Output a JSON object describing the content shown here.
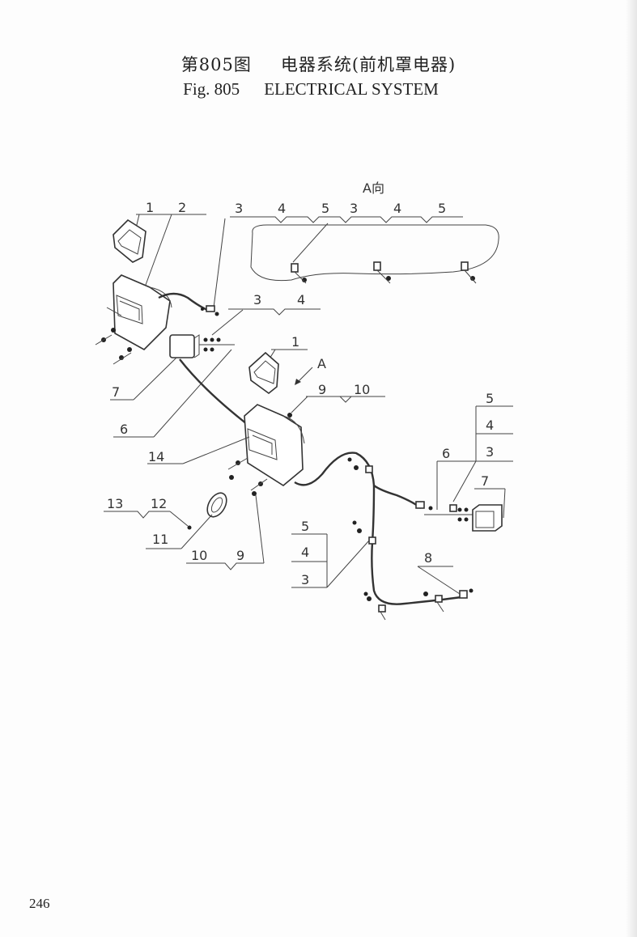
{
  "header": {
    "title_cn_fig": "第805图",
    "title_cn_name": "电器系统(前机罩电器)",
    "title_en_fig": "Fig. 805",
    "title_en_name": "ELECTRICAL SYSTEM"
  },
  "diagram": {
    "view_label": "A向",
    "arrow_label": "A",
    "callouts": [
      "1",
      "2",
      "3",
      "4",
      "5",
      "3",
      "4",
      "5",
      "3",
      "4",
      "1",
      "9",
      "10",
      "7",
      "6",
      "14",
      "5",
      "4",
      "6",
      "3",
      "7",
      "13",
      "12",
      "11",
      "10",
      "9",
      "5",
      "4",
      "3",
      "8"
    ]
  },
  "footer": {
    "page_number": "246"
  }
}
